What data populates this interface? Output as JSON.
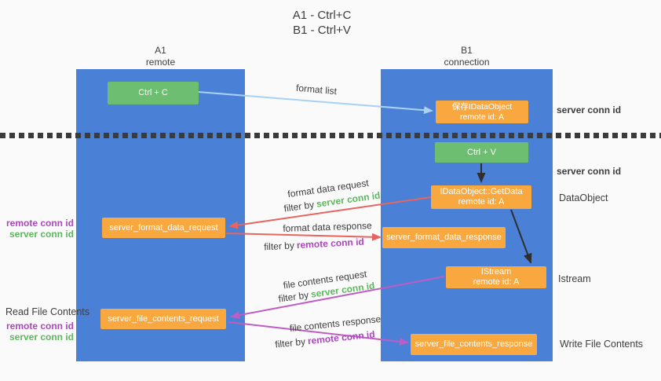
{
  "title": {
    "line1": "A1 - Ctrl+C",
    "line2": "B1 - Ctrl+V"
  },
  "lanes": {
    "left": {
      "name": "A1",
      "subtitle": "remote"
    },
    "right": {
      "name": "B1",
      "subtitle": "connection"
    }
  },
  "nodes": {
    "ctrl_c": "Ctrl + C",
    "ctrl_v": "Ctrl + V",
    "save_dataobject": {
      "line1": "保存IDataObject",
      "line2": "remote id: A"
    },
    "getdata": {
      "line1": "IDataObject::GetData",
      "line2": "remote id: A"
    },
    "istream": {
      "line1": "IStream",
      "line2": "remote id: A"
    },
    "server_format_data_request": "server_format_data_request",
    "server_format_data_response": "server_format_data_response",
    "server_file_contents_request": "server_file_contents_request",
    "server_file_contents_response": "server_file_contents_response"
  },
  "flow_labels": {
    "format_list": "format list",
    "format_data_request": "format data request",
    "format_data_response": "format data response",
    "file_contents_request": "file contents request",
    "file_contents_response": "file contents response",
    "filter_by": "filter by"
  },
  "terms": {
    "server_conn_id": "server conn id",
    "remote_conn_id": "remote conn id"
  },
  "side_labels": {
    "dataobject": "DataObject",
    "istream": "Istream",
    "read_file_contents": "Read File Contents",
    "write_file_contents": "Write File Contents"
  },
  "colors": {
    "lane_blue": "#4a80d6",
    "node_green": "#6ebe72",
    "node_orange": "#f9a840",
    "arrow_red": "#e8645e",
    "arrow_magenta": "#bf5cc5",
    "arrow_lightblue": "#a9d2f3",
    "arrow_black": "#2f2f2f",
    "term_green": "#5cb85c",
    "term_purple": "#ab47bc",
    "text_dark": "#3d3d3d",
    "background": "#fafafa"
  }
}
